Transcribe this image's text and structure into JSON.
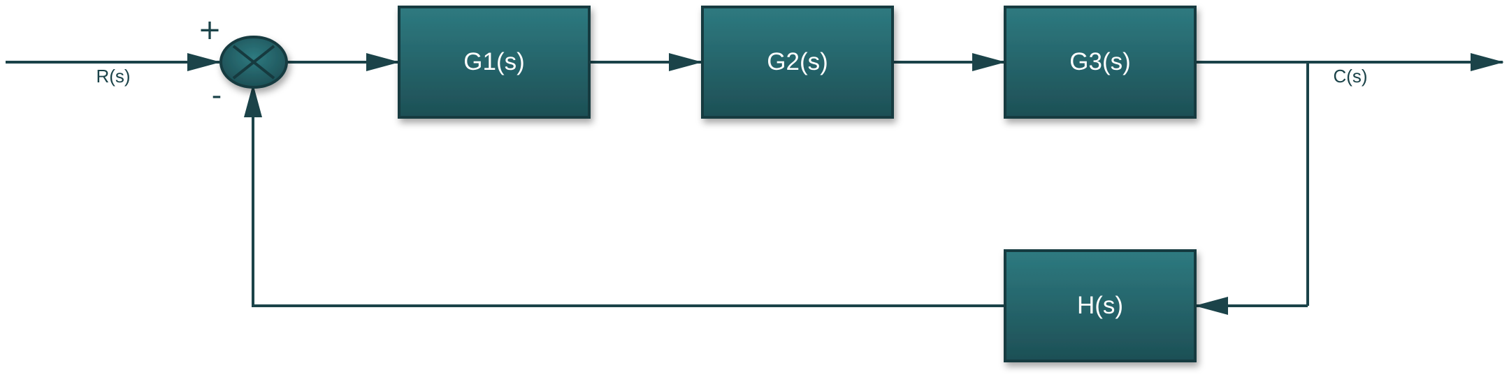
{
  "diagram": {
    "colors": {
      "line": "#1b4349",
      "block_fill_top": "#2e7a80",
      "block_fill_bottom": "#1d4f55",
      "block_border": "#163a3f",
      "text_on_block": "#ffffff"
    },
    "blocks": {
      "g1": "G1(s)",
      "g2": "G2(s)",
      "g3": "G3(s)",
      "h": "H(s)"
    },
    "signals": {
      "input": "R(s)",
      "output": "C(s)"
    },
    "summing_junction": {
      "plus_sign": "+",
      "minus_sign": "-"
    }
  }
}
